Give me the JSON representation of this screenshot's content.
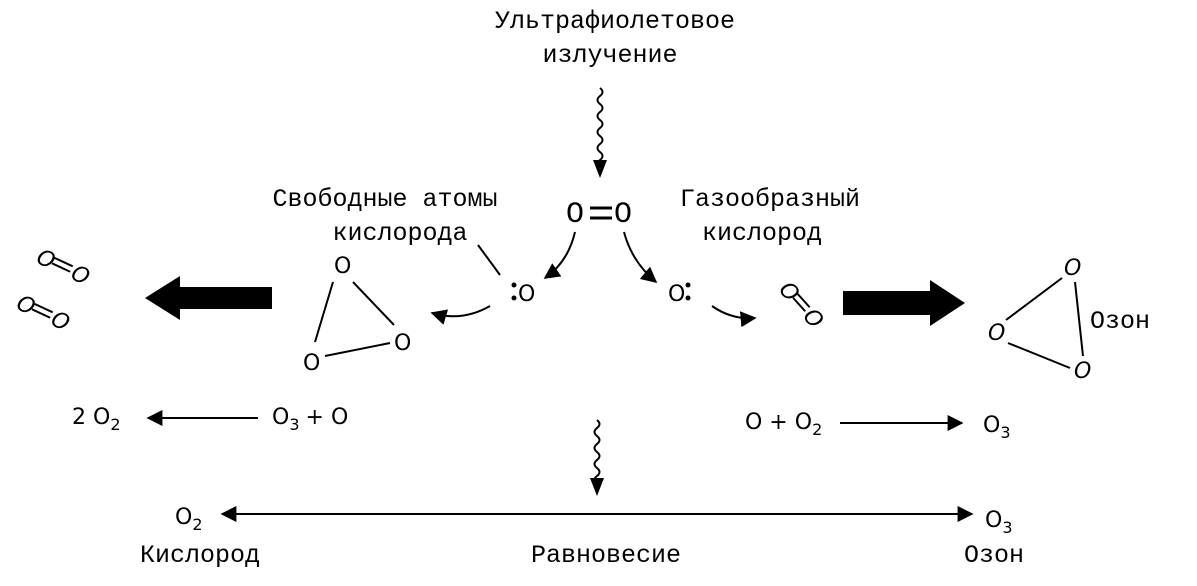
{
  "labels": {
    "uv_line1": "Ультрафиолетовое",
    "uv_line2": "излучение",
    "free_atoms_line1": "Свободные атомы",
    "free_atoms_line2": "кислорода",
    "gas_line1": "Газообразный",
    "gas_line2": "кислород",
    "ozone": "Озон",
    "oxygen_bottom": "Кислород",
    "equilibrium": "Равновесие",
    "ozone_bottom": "Озон"
  },
  "atoms": {
    "o": "O",
    "double_bond": "O=O"
  },
  "equations": {
    "left_product_coef": "2 O",
    "left_product_sub": "2",
    "left_reactant_o3": "O",
    "left_reactant_o3_sub": "3",
    "left_reactant_plus": "+ O",
    "right_reactant": "O + O",
    "right_reactant_sub": "2",
    "right_product": "O",
    "right_product_sub": "3",
    "bottom_left": "O",
    "bottom_left_sub": "2",
    "bottom_right": "O",
    "bottom_right_sub": "3"
  }
}
